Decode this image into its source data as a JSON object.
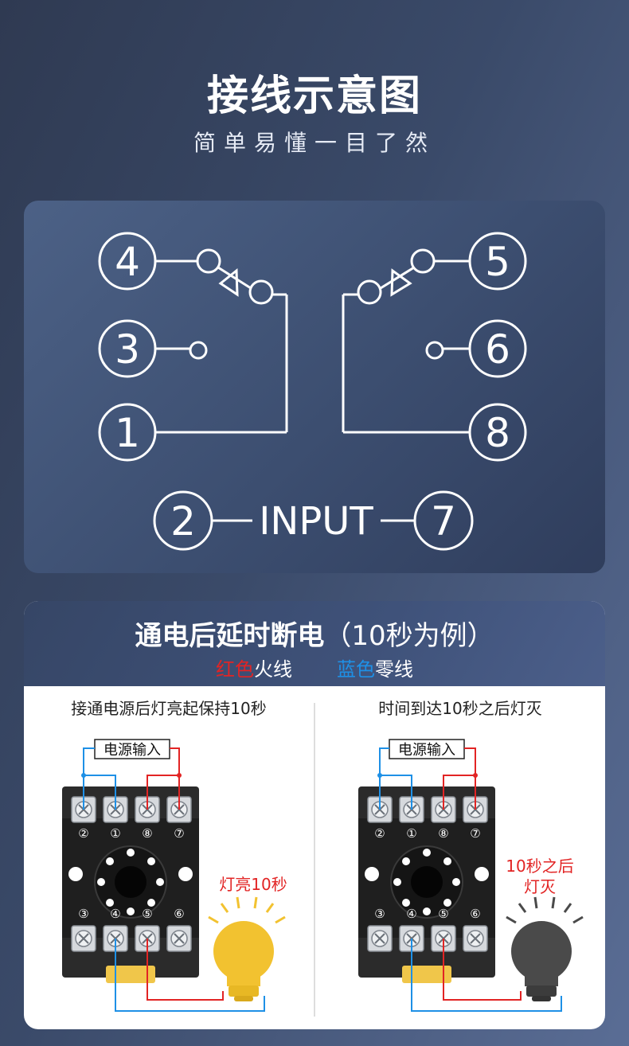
{
  "header": {
    "title": "接线示意图",
    "subtitle": "简单易懂一目了然"
  },
  "diagram": {
    "pins": [
      "4",
      "3",
      "1",
      "5",
      "6",
      "8",
      "2",
      "7"
    ],
    "input_label": "INPUT"
  },
  "example": {
    "title": "通电后延时断电",
    "title_paren": "（10秒为例）",
    "legend": {
      "red": "红色",
      "fire": "火线",
      "blue": "蓝色",
      "neutral": "零线"
    },
    "left": {
      "caption": "接通电源后灯亮起保持10秒",
      "power_label": "电源输入",
      "lamp_note": "灯亮10秒",
      "lamp_state": "on"
    },
    "right": {
      "caption": "时间到达10秒之后灯灭",
      "power_label": "电源输入",
      "lamp_note_line1": "10秒之后",
      "lamp_note_line2": "灯灭",
      "lamp_state": "off"
    },
    "socket_top_terminals": [
      "②",
      "①",
      "⑧",
      "⑦"
    ],
    "socket_bottom_terminals": [
      "③",
      "④",
      "⑤",
      "⑥"
    ]
  },
  "colors": {
    "live_wire": "#e22424",
    "neutral_wire": "#1e90e6",
    "lamp_on": "#f2c230",
    "lamp_off": "#4a4a4a"
  }
}
